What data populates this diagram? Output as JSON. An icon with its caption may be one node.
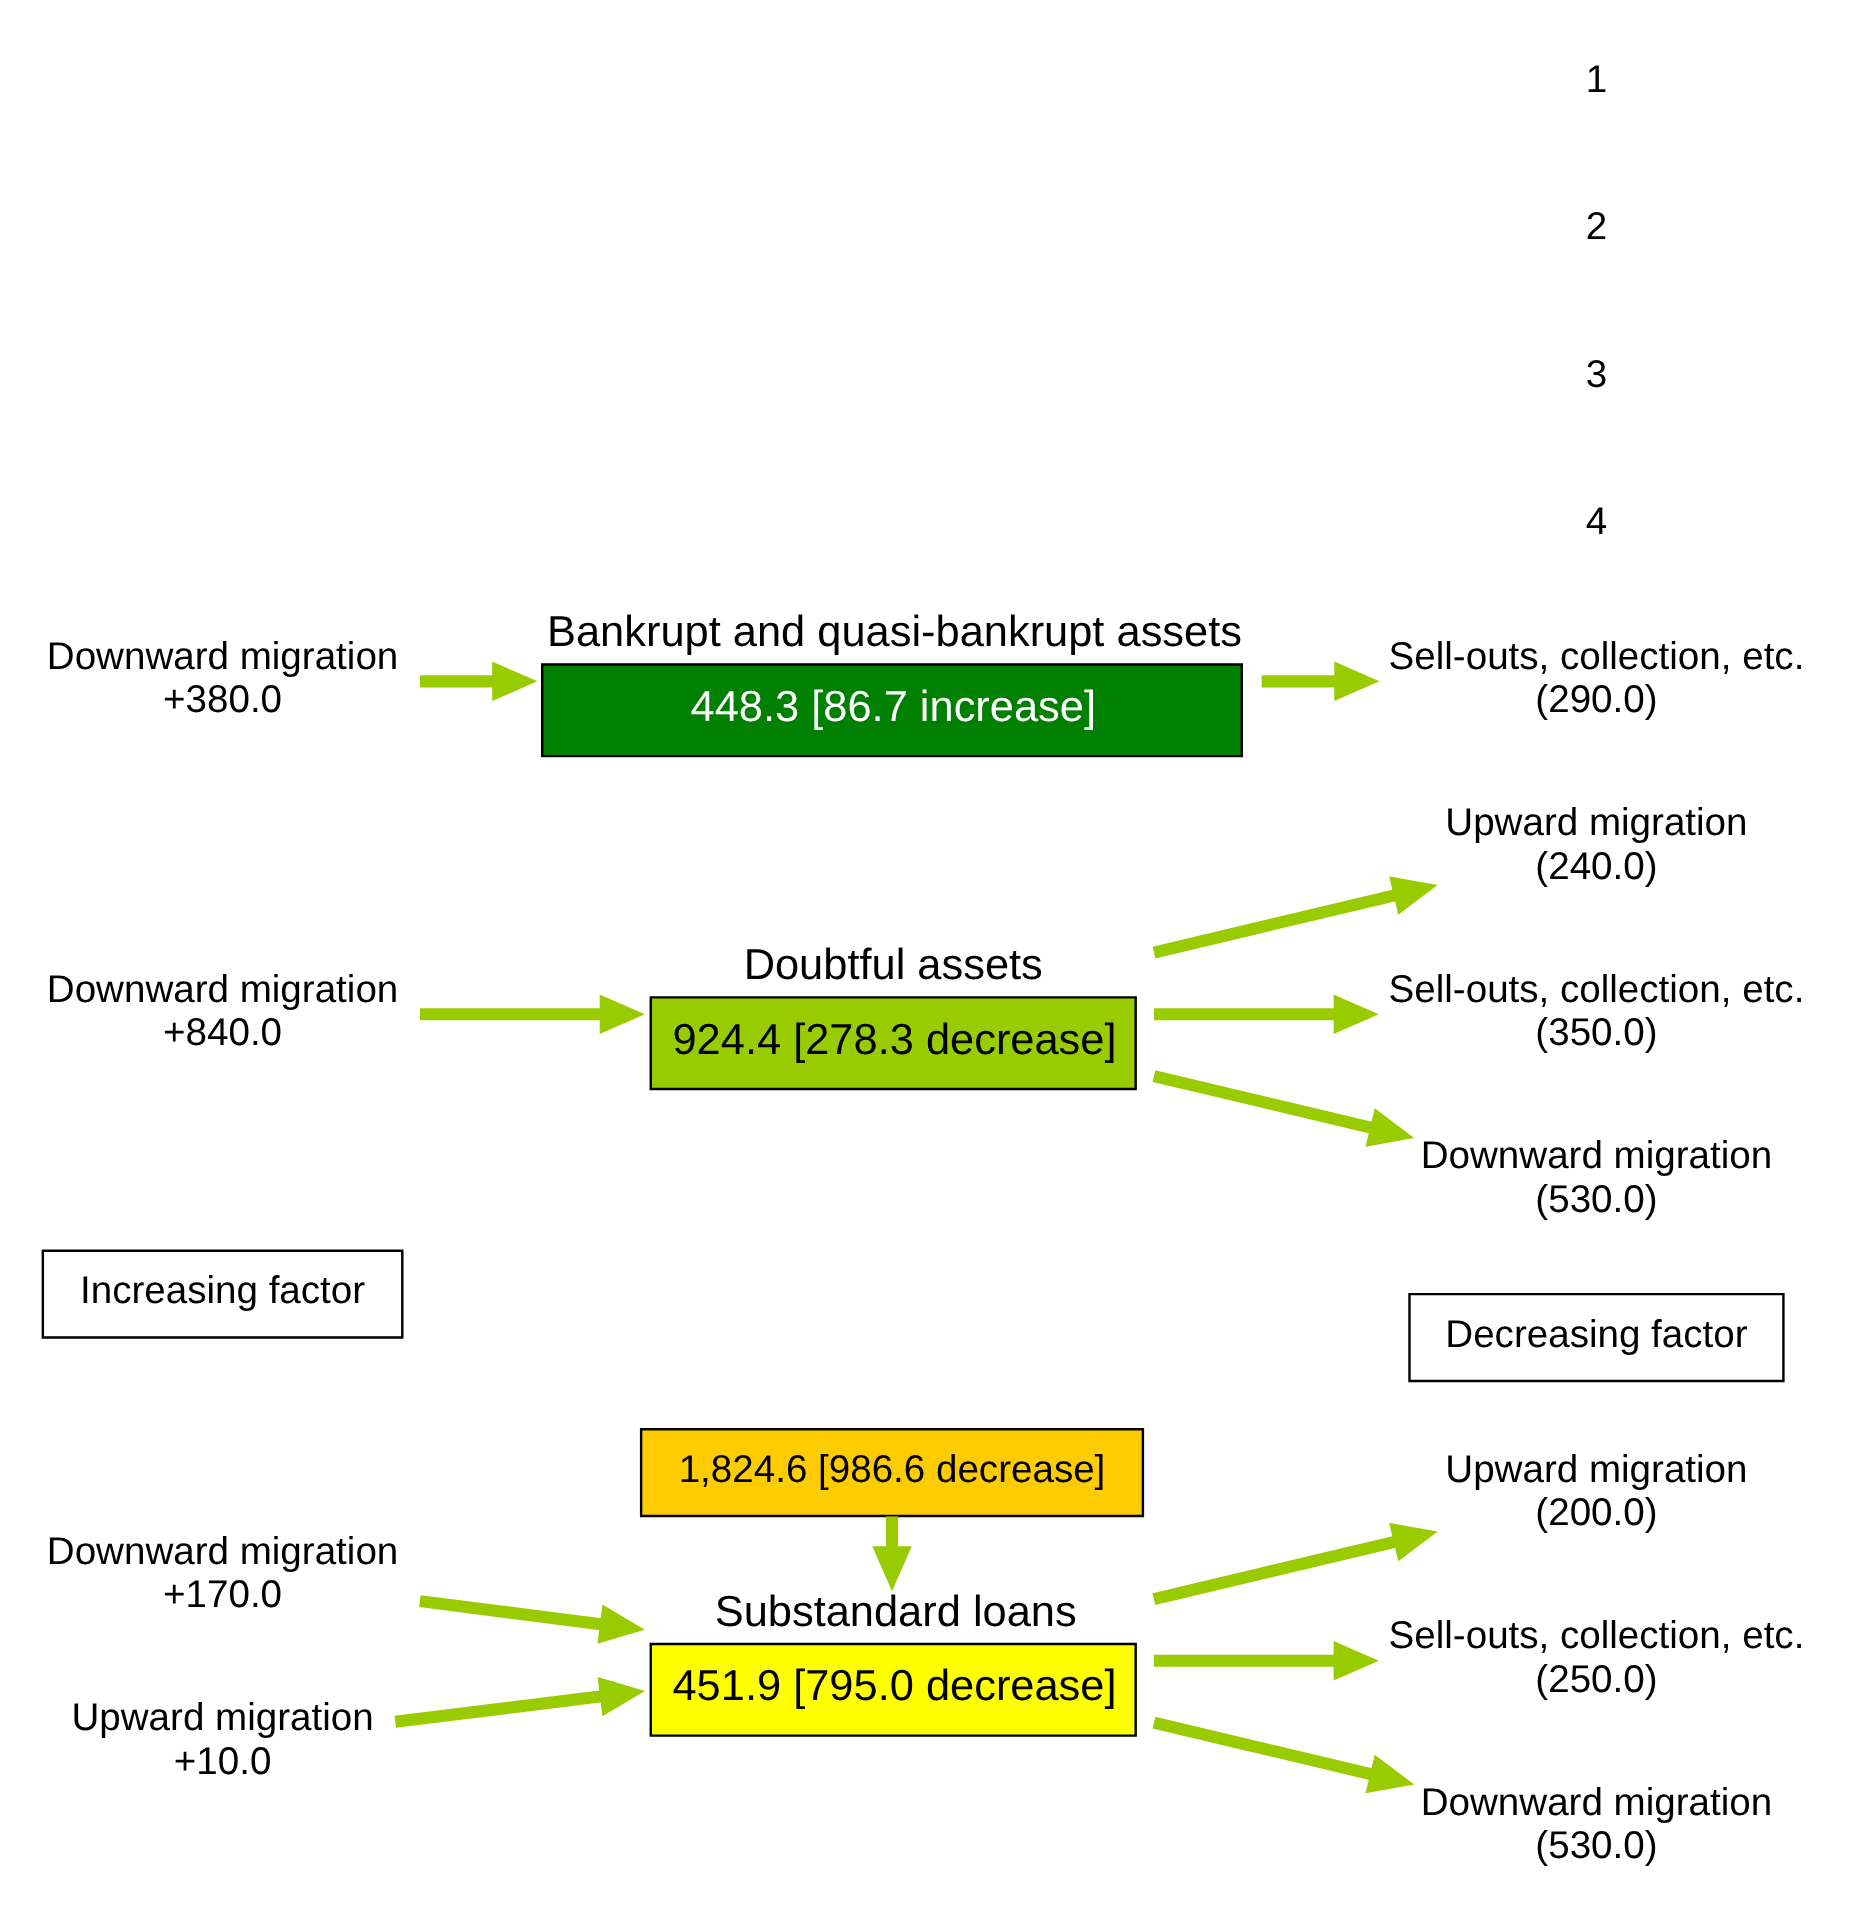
{
  "diagram": {
    "nodes": [
      {
        "text": [
          "1,824.6 [986.6 decrease]"
        ]
      },
      {
        "text": [
          "Increasing factor"
        ]
      },
      {
        "text": [
          "Decreasing factor"
        ]
      },
      {
        "text": [
          "Substandard loans",
          "451.9 [795.0 decrease]"
        ]
      },
      {
        "text": [
          "Downward migration",
          "+170.0"
        ]
      },
      {
        "text": [
          "Upward migration",
          "+10.0"
        ]
      },
      {
        "text": [
          "Upward migration",
          "(200.0)"
        ]
      },
      {
        "text": [
          "Sell-outs, collection, etc.",
          "(250.0)"
        ]
      },
      {
        "text": [
          "Downward migration",
          "(530.0)"
        ]
      },
      {
        "text": [
          "Doubtful assets",
          "924.4 [278.3 decrease]"
        ]
      },
      {
        "text": [
          "Downward migration",
          "+840.0"
        ]
      },
      {
        "text": [
          "Upward migration",
          "(240.0)"
        ]
      },
      {
        "text": [
          "Sell-outs, collection, etc.",
          "(350.0)"
        ]
      },
      {
        "text": [
          "Downward migration",
          "(530.0)"
        ]
      },
      {
        "text": [
          "Bankrupt and quasi-bankrupt assets",
          "448.3 [86.7 increase]"
        ]
      },
      {
        "text": [
          "Downward migration",
          "+380.0"
        ]
      },
      {
        "text": [
          "Sell-outs, collection, etc.",
          "(290.0)"
        ]
      }
    ],
    "edges": [
      {
        "from": 0,
        "to": 3,
        "arrow": "to"
      },
      {
        "from": 4,
        "to": 3,
        "arrow": "to"
      },
      {
        "from": 5,
        "to": 3,
        "arrow": "to"
      },
      {
        "from": 3,
        "to": 6,
        "arrow": "to"
      },
      {
        "from": 3,
        "to": 7,
        "arrow": "to"
      },
      {
        "from": 3,
        "to": 8,
        "arrow": "to"
      },
      {
        "from": 10,
        "to": 9,
        "arrow": "to"
      },
      {
        "from": 9,
        "to": 11,
        "arrow": "to"
      },
      {
        "from": 9,
        "to": 12,
        "arrow": "to"
      },
      {
        "from": 9,
        "to": 13,
        "arrow": "to"
      },
      {
        "from": 15,
        "to": 14,
        "arrow": "to"
      },
      {
        "from": 14,
        "to": 16,
        "arrow": "to"
      }
    ],
    "labels": [
      "4",
      "3",
      "2",
      "1"
    ]
  }
}
